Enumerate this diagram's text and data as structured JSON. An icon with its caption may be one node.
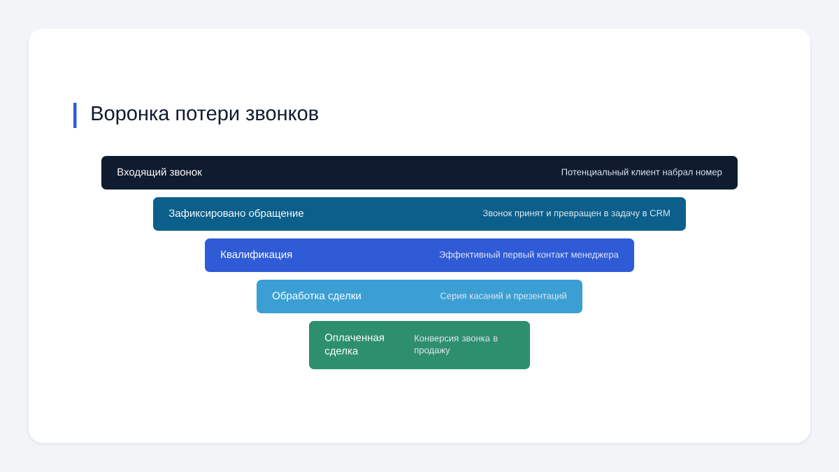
{
  "diagram": {
    "title": "Воронка потери звонков",
    "nodes": [
      {
        "text": [
          "Входящий звонок",
          "Потенциальный клиент набрал номер"
        ]
      },
      {
        "text": [
          "Зафиксировано обращение",
          "Звонок принят и превращен в задачу в CRM"
        ]
      },
      {
        "text": [
          "Квалификация",
          "Эффективный первый контакт менеджера"
        ]
      },
      {
        "text": [
          "Обработка сделки",
          "Серия касаний и презентаций"
        ]
      },
      {
        "text": [
          "Оплаченная сделка",
          "Конверсия звонка в продажу"
        ]
      }
    ]
  }
}
